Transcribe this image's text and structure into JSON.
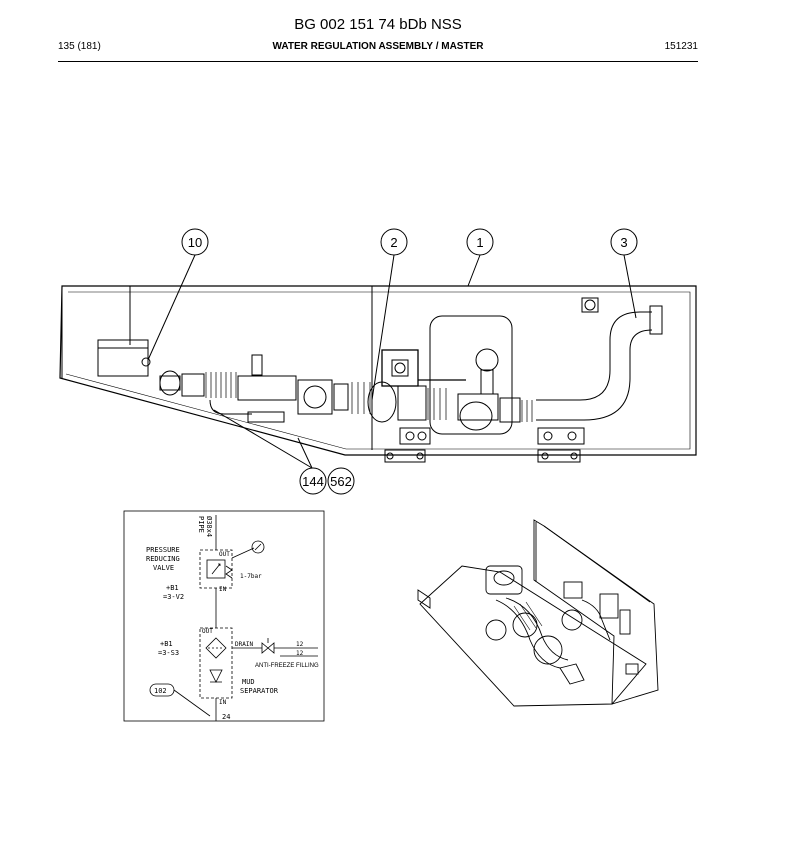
{
  "document": {
    "title": "BG 002 151 74 bDb NSS",
    "page": "135 (181)",
    "section": "WATER REGULATION ASSEMBLY / MASTER",
    "date": "151231"
  },
  "callouts": [
    {
      "id": "c10",
      "label": "10"
    },
    {
      "id": "c2",
      "label": "2"
    },
    {
      "id": "c1",
      "label": "1"
    },
    {
      "id": "c3",
      "label": "3"
    },
    {
      "id": "c144",
      "label": "144"
    },
    {
      "id": "c562",
      "label": "562"
    }
  ],
  "schematic": {
    "pipe_label": "PIPE",
    "pipe_size": "Ø38x4",
    "prv_line1": "PRESSURE",
    "prv_line2": "REDUCING",
    "prv_line3": "VALVE",
    "prv_ref1": "+B1",
    "prv_ref2": "=3-V2",
    "pressure": "1-7bar",
    "out1": "OUT",
    "in1": "IN",
    "mud_ref1": "+B1",
    "mud_ref2": "=3-S3",
    "out2": "OUT",
    "drain": "DRAIN",
    "drain_size1": "12",
    "drain_size2": "12",
    "anti_freeze": "ANTI-FREEZE FILLING",
    "mud_line1": "MUD",
    "mud_line2": "SEPARATOR",
    "in2": "IN",
    "bottom_size": "24",
    "ref_tag": "102"
  }
}
